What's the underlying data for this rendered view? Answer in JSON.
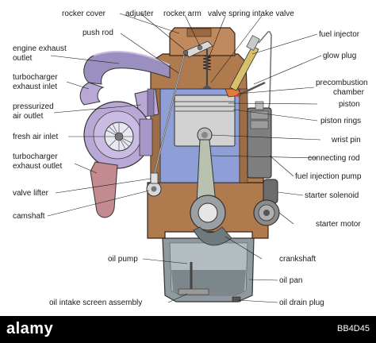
{
  "labels": {
    "rocker_cover": "rocker cover",
    "adjuster": "adjuster",
    "rocker_arm": "rocker arm",
    "valve_spring": "valve spring",
    "intake_valve": "intake valve",
    "push_rod": "push rod",
    "engine_exhaust_outlet_1": "engine exhaust",
    "engine_exhaust_outlet_2": "outlet",
    "turbo_exhaust_inlet_1": "turbocharger",
    "turbo_exhaust_inlet_2": "exhaust inlet",
    "pressurized_air_outlet_1": "pressurized",
    "pressurized_air_outlet_2": "air outlet",
    "fresh_air_inlet": "fresh air inlet",
    "turbo_exhaust_outlet_1": "turbocharger",
    "turbo_exhaust_outlet_2": "exhaust outlet",
    "valve_lifter": "valve lifter",
    "camshaft": "camshaft",
    "fuel_injector": "fuel injector",
    "glow_plug": "glow plug",
    "precombustion_chamber_1": "precombustion",
    "precombustion_chamber_2": "chamber",
    "piston": "piston",
    "piston_rings": "piston rings",
    "wrist_pin": "wrist pin",
    "connecting_rod": "connecting rod",
    "fuel_injection_pump": "fuel injection pump",
    "starter_solenoid": "starter solenoid",
    "starter_motor": "starter motor",
    "oil_pump": "oil pump",
    "crankshaft": "crankshaft",
    "oil_pan": "oil pan",
    "oil_intake_screen_assembly": "oil intake screen assembly",
    "oil_drain_plug": "oil drain plug"
  },
  "watermark": {
    "logo": "alamy",
    "image_id": "BB4D45"
  },
  "colors": {
    "engine_block": "#b07a4f",
    "engine_block_dark": "#8a5a36",
    "cylinder_blue": "#8d9fd6",
    "piston_gray": "#c9c9c9",
    "turbo_purple": "#b9a7d6",
    "exhaust_pink": "#c38a8f",
    "oil_pan_gray": "#9aa4a8",
    "motor_gray": "#7a7a7a"
  }
}
